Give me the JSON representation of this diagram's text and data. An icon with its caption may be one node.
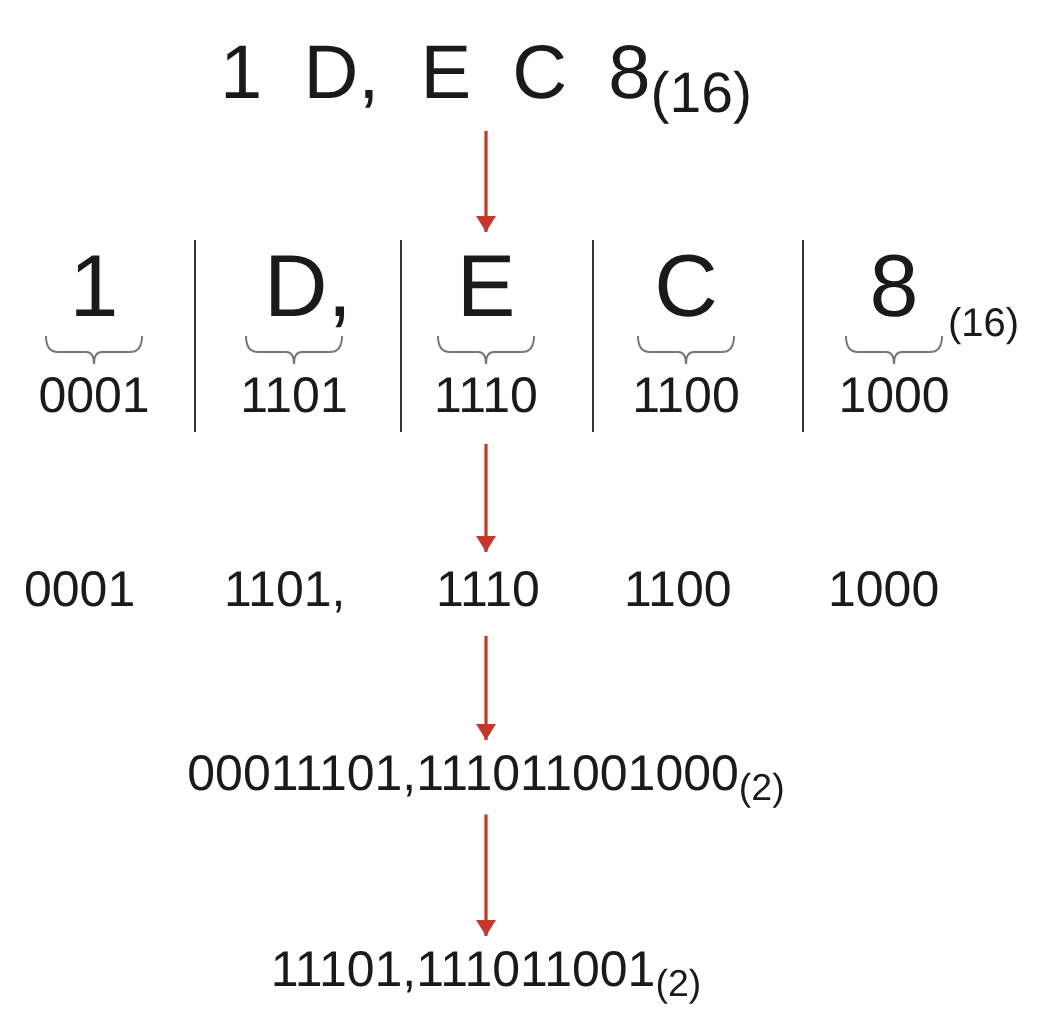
{
  "diagram": {
    "nodes": [
      {
        "text": [
          "1 D, E C 8$_{(16)}$"
        ]
      },
      {
        "text": [
          "1",
          "D,",
          "E",
          "C",
          "8",
          "(16)",
          "0001",
          "1101",
          "1110",
          "1100",
          "1000"
        ]
      },
      {
        "text": [
          "0001",
          "1101,",
          "1110",
          "1100",
          "1000"
        ]
      },
      {
        "text": [
          "00011101,111011001000$_{(2)}$"
        ]
      },
      {
        "text": [
          "11101,111011001$_{(2)}$"
        ]
      }
    ],
    "edges": [
      {
        "from": 0,
        "to": 1,
        "arrow": "to"
      },
      {
        "from": 1,
        "to": 2,
        "arrow": "to"
      },
      {
        "from": 2,
        "to": 3,
        "arrow": "to"
      },
      {
        "from": 3,
        "to": 4,
        "arrow": "to"
      }
    ]
  }
}
